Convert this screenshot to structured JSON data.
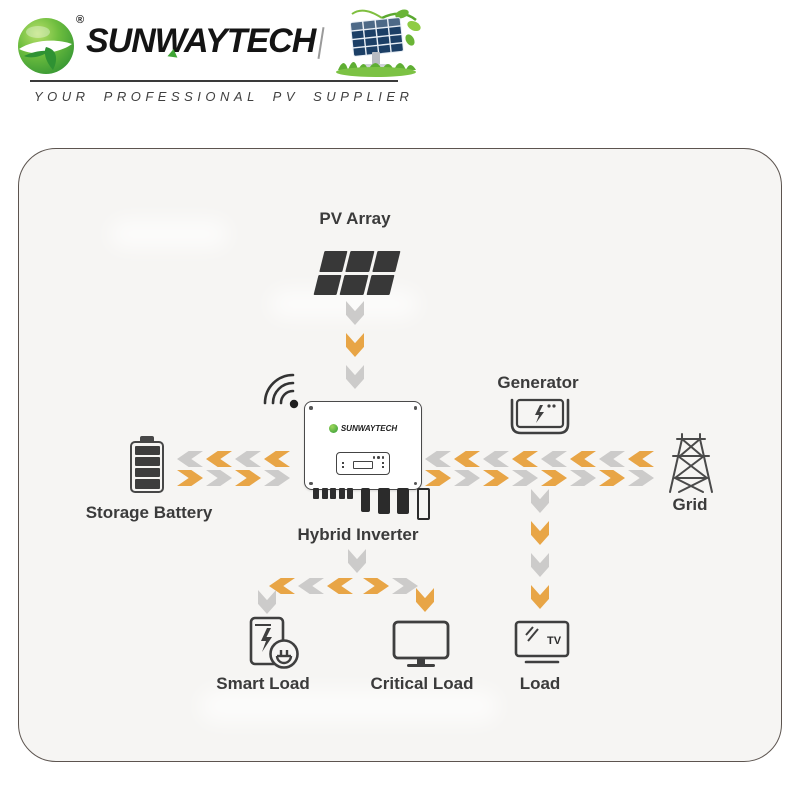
{
  "header": {
    "brand": "SUNWAYTECH",
    "registered": "®",
    "tagline": "YOUR PROFESSIONAL PV SUPPLIER"
  },
  "colors": {
    "orange": "#E8A546",
    "gray": "#CCCBCA",
    "dark": "#3B3B3B",
    "green": "#3FA535",
    "panel_bg": "#F6F5F3"
  },
  "icons": {
    "brand_logo": "green-globe-swoosh-icon",
    "header_art": "solar-panel-clipart",
    "pv": "solar-panel-grid-icon",
    "wifi": "wifi-signal-icon",
    "battery": "battery-icon",
    "generator": "generator-box-bolt-icon",
    "grid": "transmission-tower-icon",
    "smart_load": "ev-charger-plug-icon",
    "critical_load": "monitor-icon",
    "load": "tv-icon"
  },
  "diagram": {
    "nodes": {
      "pv_array": {
        "label": "PV Array"
      },
      "generator": {
        "label": "Generator"
      },
      "grid": {
        "label": "Grid"
      },
      "storage_battery": {
        "label": "Storage Battery"
      },
      "hybrid_inverter": {
        "label": "Hybrid Inverter",
        "brand": "SUNWAYTECH"
      },
      "smart_load": {
        "label": "Smart Load"
      },
      "critical_load": {
        "label": "Critical Load"
      },
      "load": {
        "label": "Load",
        "tv_text": "TV"
      }
    },
    "flows": {
      "pv_to_inverter": [
        "gray",
        "orange",
        "gray"
      ],
      "battery_in": [
        "gray",
        "orange",
        "gray",
        "orange"
      ],
      "battery_out": [
        "orange",
        "gray",
        "orange",
        "gray"
      ],
      "grid_in": [
        "gray",
        "orange",
        "gray",
        "orange",
        "gray",
        "orange",
        "gray",
        "orange"
      ],
      "grid_out": [
        "orange",
        "gray",
        "orange",
        "gray",
        "orange",
        "gray",
        "orange",
        "gray"
      ],
      "generator_down": [
        "gray",
        "orange",
        "gray",
        "orange"
      ],
      "inverter_down": [
        "gray"
      ],
      "loads_left": [
        "orange",
        "gray",
        "orange"
      ],
      "loads_right": [
        "orange",
        "gray"
      ],
      "smart_down": [
        "gray"
      ],
      "critical_down": [
        "orange"
      ]
    }
  }
}
